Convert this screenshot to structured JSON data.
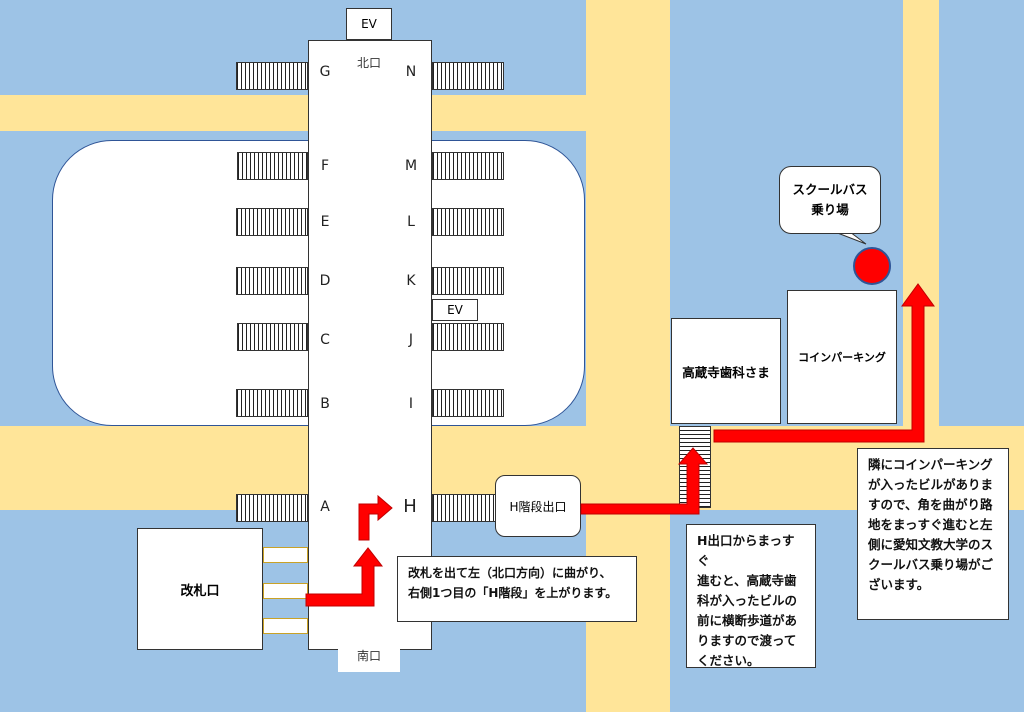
{
  "station": {
    "ev_top": "EV",
    "ev_mid": "EV",
    "north_exit": "北口",
    "south_exit": "南口",
    "left_stairs": [
      "G",
      "F",
      "E",
      "D",
      "C",
      "B",
      "A"
    ],
    "right_stairs": [
      "N",
      "M",
      "L",
      "K",
      "J",
      "I",
      "H"
    ]
  },
  "places": {
    "ticket_gate": "改札口",
    "h_exit": "H階段出口",
    "dental_clinic": "高蔵寺歯科さま",
    "coin_parking": "コインパーキング",
    "bus_stop_line1": "スクールバス",
    "bus_stop_line2": "乗り場"
  },
  "notes": {
    "note1_line1": "改札を出て左（北口方向）に曲がり、",
    "note1_line2": "右側1つ目の「H階段」を上がります。",
    "note2_lines": [
      "H出口からまっすぐ",
      "進むと、高蔵寺歯",
      "科が入ったビルの",
      "前に横断歩道があ",
      "りますので渡って",
      "ください。"
    ],
    "note3_lines": [
      "隣にコインパーキング",
      "が入ったビルがありま",
      "すので、角を曲がり路",
      "地をまっすぐ進むと左",
      "側に愛知文教大学のス",
      "クールバス乗り場がご",
      "ざいます。"
    ]
  },
  "colors": {
    "water": "#9dc3e6",
    "road": "#ffe599",
    "route": "#ff0000",
    "marker": "#ff0000"
  }
}
